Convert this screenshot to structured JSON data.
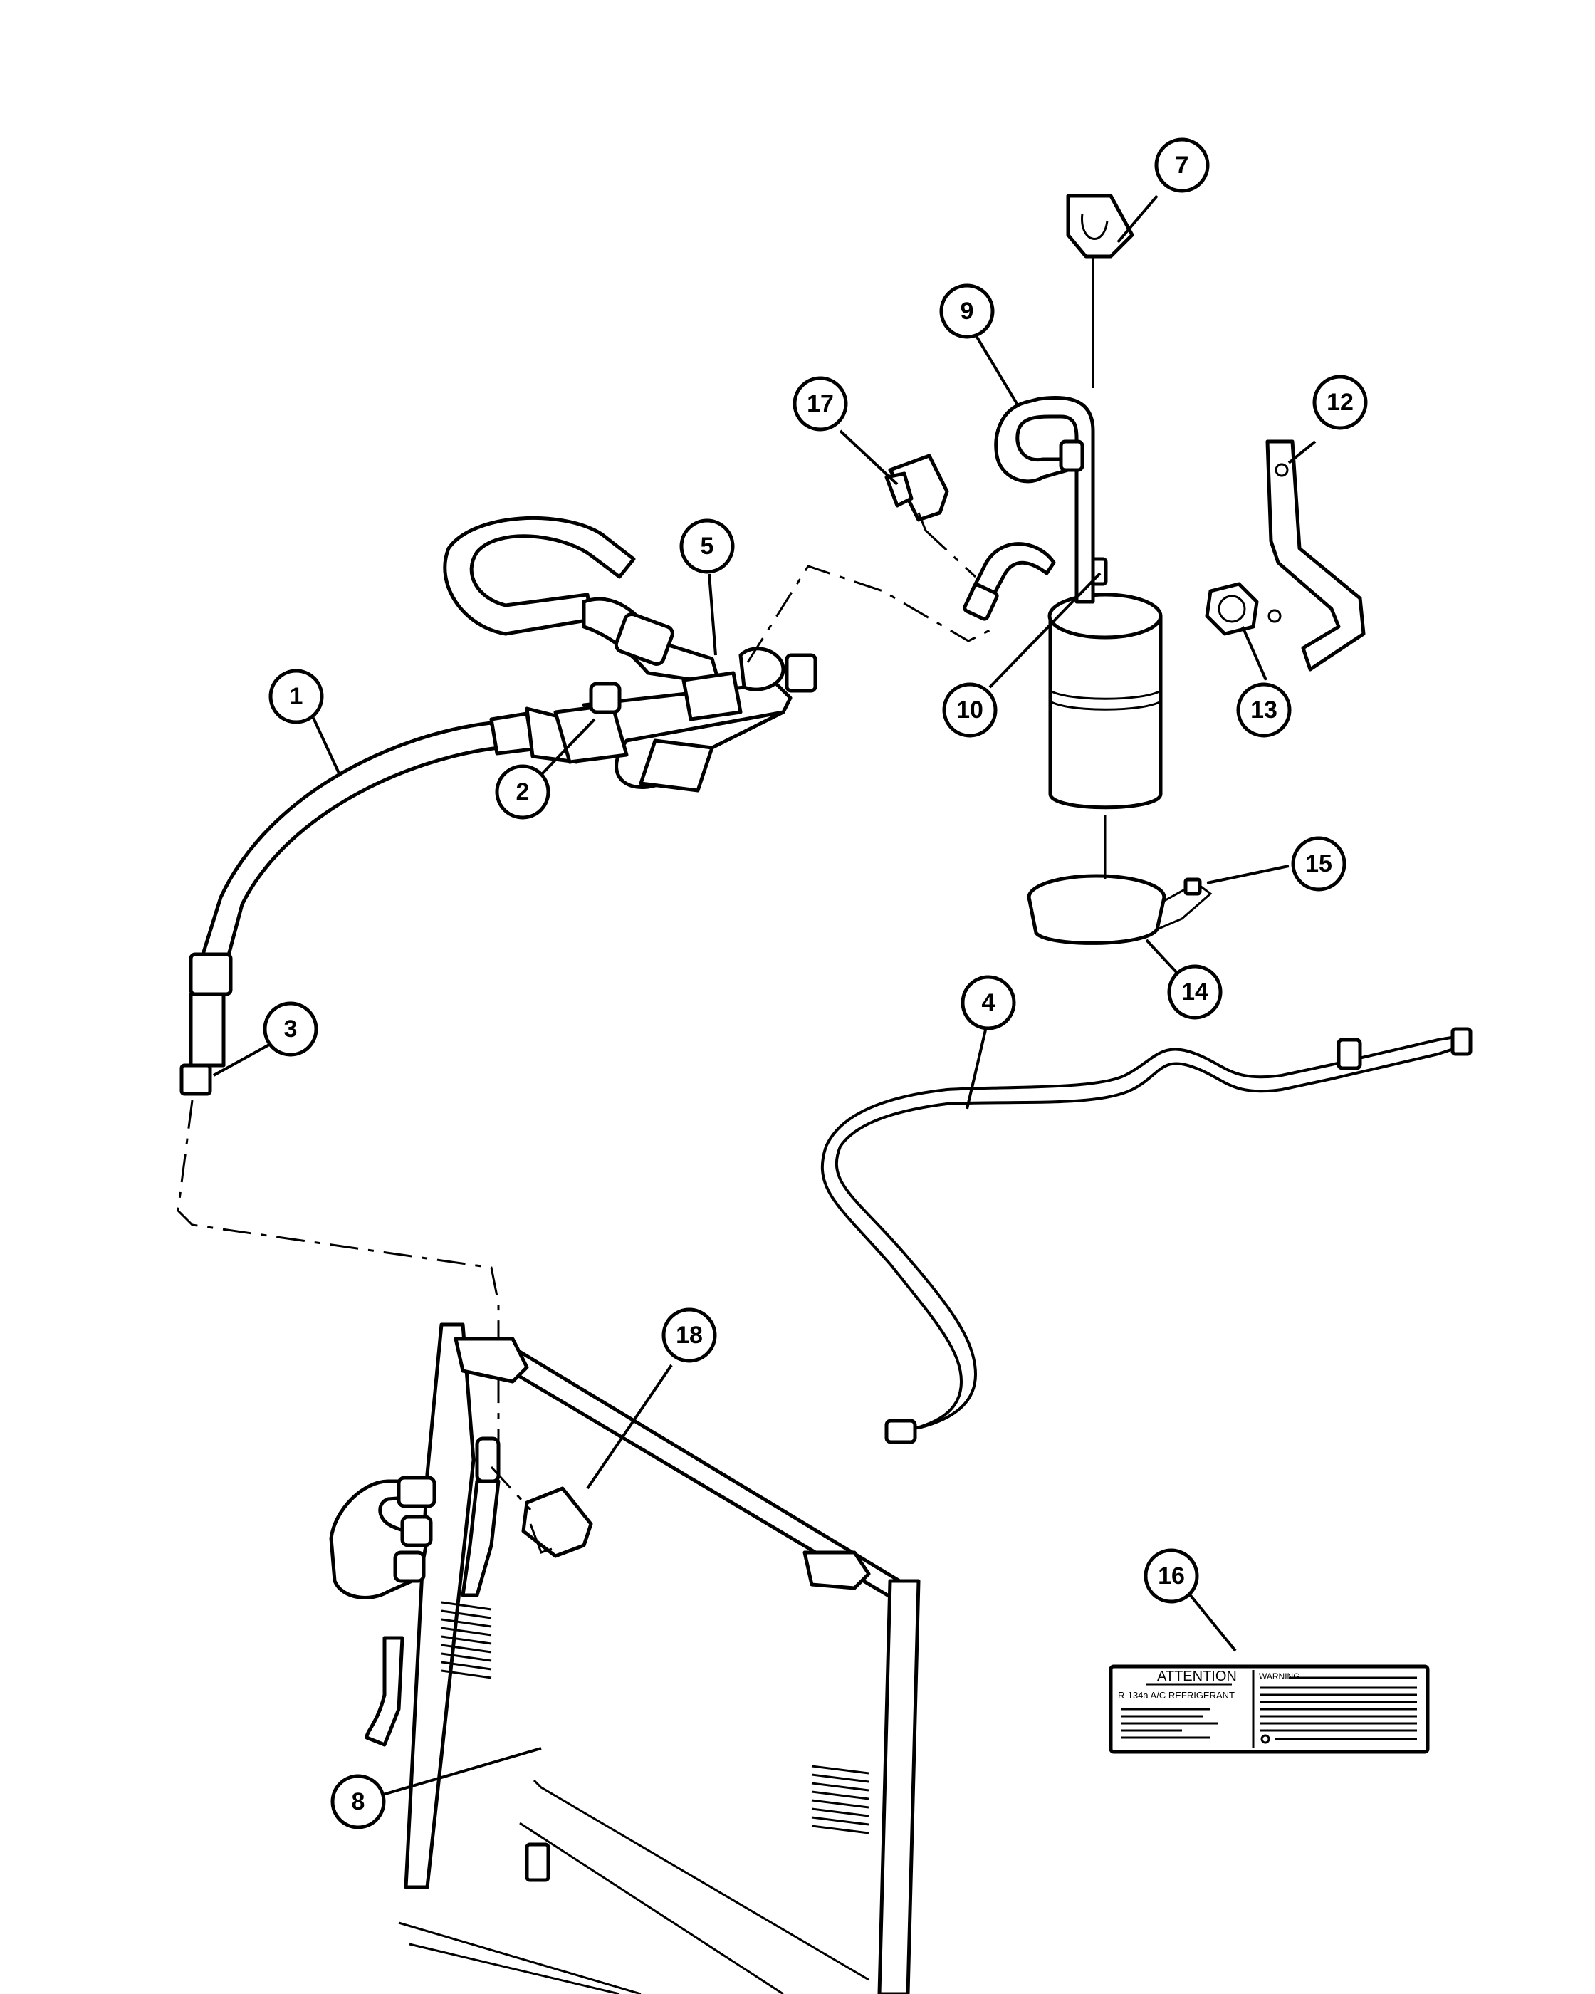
{
  "callouts": [
    {
      "id": "1",
      "label": "1"
    },
    {
      "id": "2",
      "label": "2"
    },
    {
      "id": "3",
      "label": "3"
    },
    {
      "id": "4",
      "label": "4"
    },
    {
      "id": "5",
      "label": "5"
    },
    {
      "id": "7",
      "label": "7"
    },
    {
      "id": "8",
      "label": "8"
    },
    {
      "id": "9",
      "label": "9"
    },
    {
      "id": "10",
      "label": "10"
    },
    {
      "id": "12",
      "label": "12"
    },
    {
      "id": "13",
      "label": "13"
    },
    {
      "id": "14",
      "label": "14"
    },
    {
      "id": "15",
      "label": "15"
    },
    {
      "id": "16",
      "label": "16"
    },
    {
      "id": "17",
      "label": "17"
    },
    {
      "id": "18",
      "label": "18"
    }
  ],
  "label_decal": {
    "attention": "ATTENTION",
    "refrigerant": "R-134a A/C REFRIGERANT",
    "warning": "WARNING"
  },
  "colors": {
    "line": "#000000",
    "background": "#ffffff"
  }
}
